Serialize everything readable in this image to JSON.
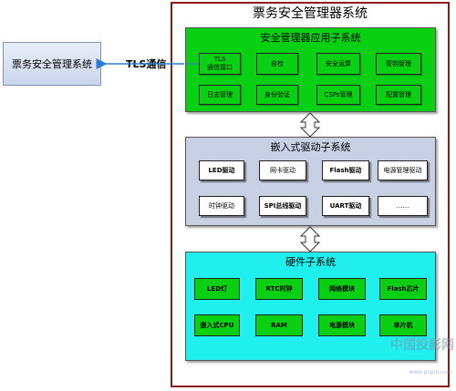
{
  "title": "票务安全管理器系统",
  "external_system": "票务安全管理系统",
  "connection_label": "TLS通信",
  "app_subsystem": {
    "title": "安全管理器应用子系统",
    "modules": [
      "TLS\n通信接口",
      "自检",
      "安全运算",
      "密钥管理",
      "日志管理",
      "身份验证",
      "CSPs管理",
      "配置管理"
    ]
  },
  "driver_subsystem": {
    "title": "嵌入式驱动子系统",
    "modules": [
      "LED驱动",
      "网卡驱动",
      "Flash驱动",
      "电源管理驱动",
      "时钟驱动",
      "SPI总线驱动",
      "UART驱动",
      "……"
    ]
  },
  "hardware_subsystem": {
    "title": "硬件子系统",
    "modules": [
      "LED灯",
      "RTC时钟",
      "网络模块",
      "Flash芯片",
      "嵌入式CPU",
      "RAM",
      "电源模块",
      "单片机"
    ]
  },
  "watermark": {
    "text": "中国投影网",
    "url": "www.pcpro.com"
  },
  "colors": {
    "app_green": "#0ad014",
    "driver_blue_gray": "#c8d0e4",
    "hardware_cyan": "#1ff0ee",
    "frame_red": "#8b1a1a",
    "arrow_blue": "#2a7fd4"
  }
}
